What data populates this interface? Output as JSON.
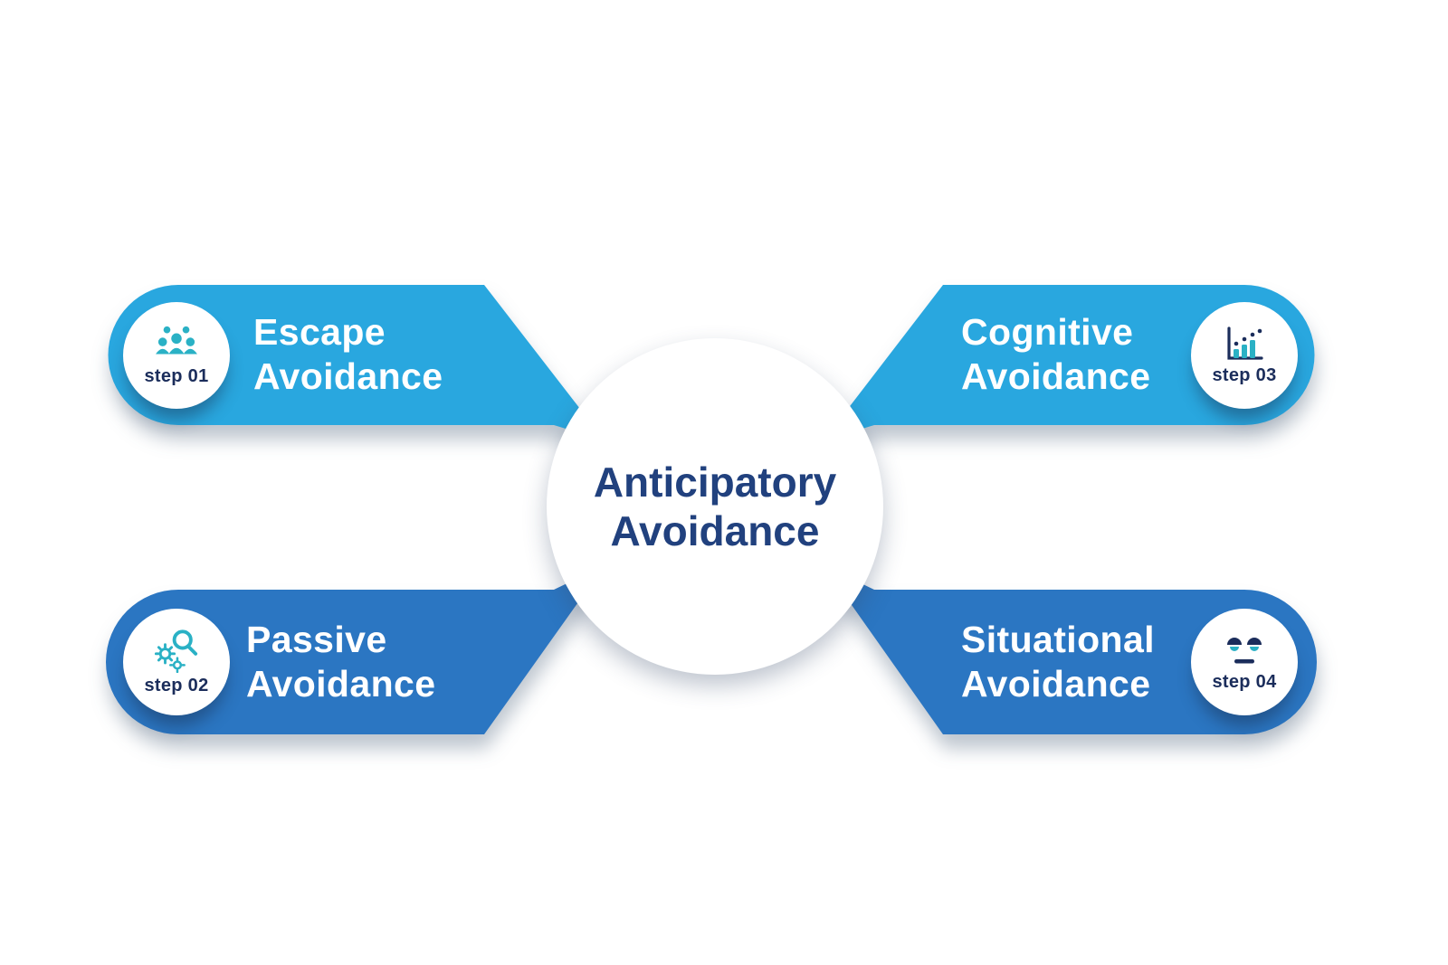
{
  "center": {
    "title_line1": "Anticipatory",
    "title_line2": "Avoidance"
  },
  "steps": [
    {
      "label": "step 01",
      "title_line1": "Escape",
      "title_line2": "Avoidance",
      "icon": "team-discussion-icon",
      "color": "#29A7DF",
      "position": "top-left"
    },
    {
      "label": "step 02",
      "title_line1": "Passive",
      "title_line2": "Avoidance",
      "icon": "gears-magnifier-icon",
      "color": "#2B76C2",
      "position": "bottom-left"
    },
    {
      "label": "step 03",
      "title_line1": "Cognitive",
      "title_line2": "Avoidance",
      "icon": "bar-chart-icon",
      "color": "#29A7DF",
      "position": "top-right"
    },
    {
      "label": "step 04",
      "title_line1": "Situational",
      "title_line2": "Avoidance",
      "icon": "neutral-face-icon",
      "color": "#2B76C2",
      "position": "bottom-right"
    }
  ],
  "colors": {
    "light_blue": "#29A7DF",
    "dark_blue": "#2B76C2",
    "navy_text": "#21417E",
    "step_label_navy": "#1B2D5B",
    "teal_icon": "#2AB1C5",
    "background": "#FFFFFF"
  }
}
